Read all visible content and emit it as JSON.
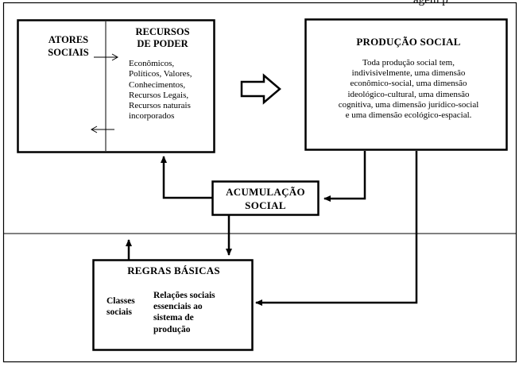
{
  "top_fragment": "agem p",
  "atores_sociais": "ATORES\nSOCIAIS",
  "recursos_de_poder": "RECURSOS\nDE PODER",
  "recursos_list": "Econômicos,\nPolíticos, Valores,\nConhecimentos,\nRecursos Legais,\nRecursos naturais\nincorporados",
  "producao_social": {
    "title": "PRODUÇÃO  SOCIAL",
    "body": "Toda produção social tem,\nindivisivelmente,  uma dimensão\neconômico-social,  uma dimensão\nideológico-cultural,  uma dimensão\ncognitiva,  uma dimensão jurídico-social\ne uma dimensão ecológico-espacial."
  },
  "acumulacao_social": "ACUMULAÇÃO\nSOCIAL",
  "regras_basicas": {
    "title": "REGRAS  BÁSICAS",
    "classes": "Classes\nsociais",
    "relacoes": "Relações sociais\nessenciais ao\nsistema de\nprodução"
  }
}
